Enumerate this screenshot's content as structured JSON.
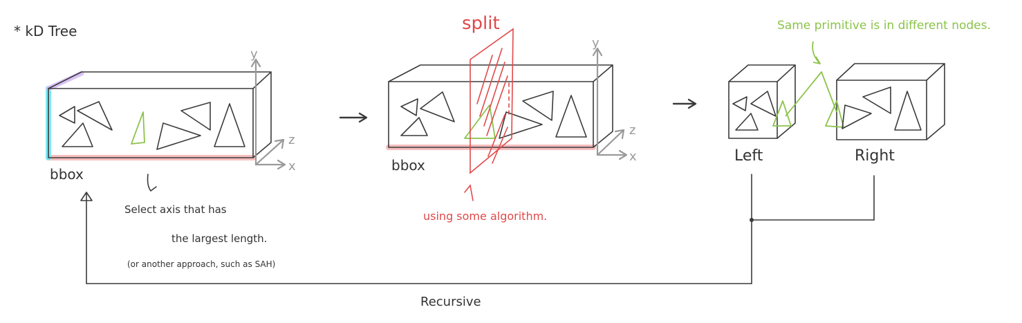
{
  "heading": "* kD Tree",
  "axes": {
    "y": "y",
    "z": "z",
    "x": "x"
  },
  "box1": {
    "label": "bbox"
  },
  "box2": {
    "label": "bbox"
  },
  "split": {
    "label": "split",
    "note": "using some algorithm."
  },
  "select_note": {
    "line1": "Select axis that has",
    "line2": "the largest length.",
    "line3": "(or another approach, such as SAH)"
  },
  "children": {
    "left": "Left",
    "right": "Right",
    "shared_note": "Same primitive is in different nodes."
  },
  "loop_label": "Recursive",
  "colors": {
    "ink": "#3a3a3a",
    "axis": "#9a9a9a",
    "red": "#e0494a",
    "green": "#8bc34a",
    "pink_highlight": "#f4b3b3",
    "cyan_highlight": "#6fe8f2",
    "purple_highlight": "#d5bdf4"
  }
}
